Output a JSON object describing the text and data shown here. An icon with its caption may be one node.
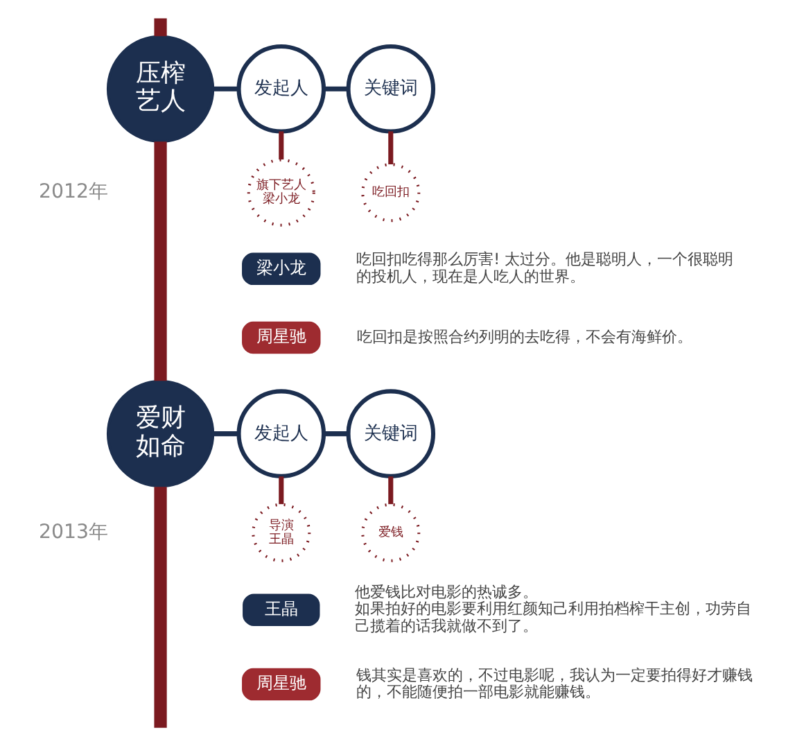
{
  "diagram": {
    "nodes": [
      {
        "text": [
          "压榨艺人"
        ],
        "beside": [
          "2012年"
        ]
      },
      {
        "text": [
          "发起人"
        ]
      },
      {
        "text": [
          "关键词"
        ]
      },
      {
        "text": [
          "旗下艺人",
          "梁小龙"
        ]
      },
      {
        "text": [
          "吃回扣"
        ]
      },
      {
        "text": [
          "梁小龙"
        ],
        "beside": [
          "吃回扣吃得那么厉害! 太过分。他是聪明人，一个很聪明的投机人，现在是人吃人的世界。"
        ]
      },
      {
        "text": [
          "周星驰"
        ],
        "beside": [
          "吃回扣是按照合约列明的去吃得，不会有海鲜价。"
        ]
      },
      {
        "text": [
          "爱财如命"
        ],
        "beside": [
          "2013年"
        ]
      },
      {
        "text": [
          "发起人"
        ]
      },
      {
        "text": [
          "关键词"
        ]
      },
      {
        "text": [
          "导演",
          "王晶"
        ]
      },
      {
        "text": [
          "爱钱"
        ]
      },
      {
        "text": [
          "王晶"
        ],
        "beside": [
          "他爱钱比对电影的热诚多。",
          "如果拍好的电影要利用红颜知己利用拍档榨干主创，功劳自己揽着的话我就做不到了。"
        ]
      },
      {
        "text": [
          "周星驰"
        ],
        "beside": [
          "钱其实是喜欢的，不过电影呢，我认为一定要拍得好才赚钱的，不能随便拍一部电影就能赚钱。"
        ]
      }
    ],
    "edges": [
      {
        "from": null,
        "to": 0,
        "arrow": "none",
        "style": "thick"
      },
      {
        "from": 0,
        "to": 1,
        "arrow": "none",
        "color": "#1c2f4f"
      },
      {
        "from": 1,
        "to": 2,
        "arrow": "none",
        "color": "#1c2f4f"
      },
      {
        "from": 1,
        "to": 3,
        "arrow": "none"
      },
      {
        "from": 2,
        "to": 4,
        "arrow": "none"
      },
      {
        "from": 0,
        "to": 7,
        "arrow": "none",
        "style": "thick"
      },
      {
        "from": 7,
        "to": 8,
        "arrow": "none",
        "color": "#1c2f4f"
      },
      {
        "from": 8,
        "to": 9,
        "arrow": "none",
        "color": "#1c2f4f"
      },
      {
        "from": 8,
        "to": 10,
        "arrow": "none"
      },
      {
        "from": 9,
        "to": 11,
        "arrow": "none"
      },
      {
        "from": 7,
        "to": null,
        "arrow": "none",
        "style": "thick"
      }
    ]
  }
}
